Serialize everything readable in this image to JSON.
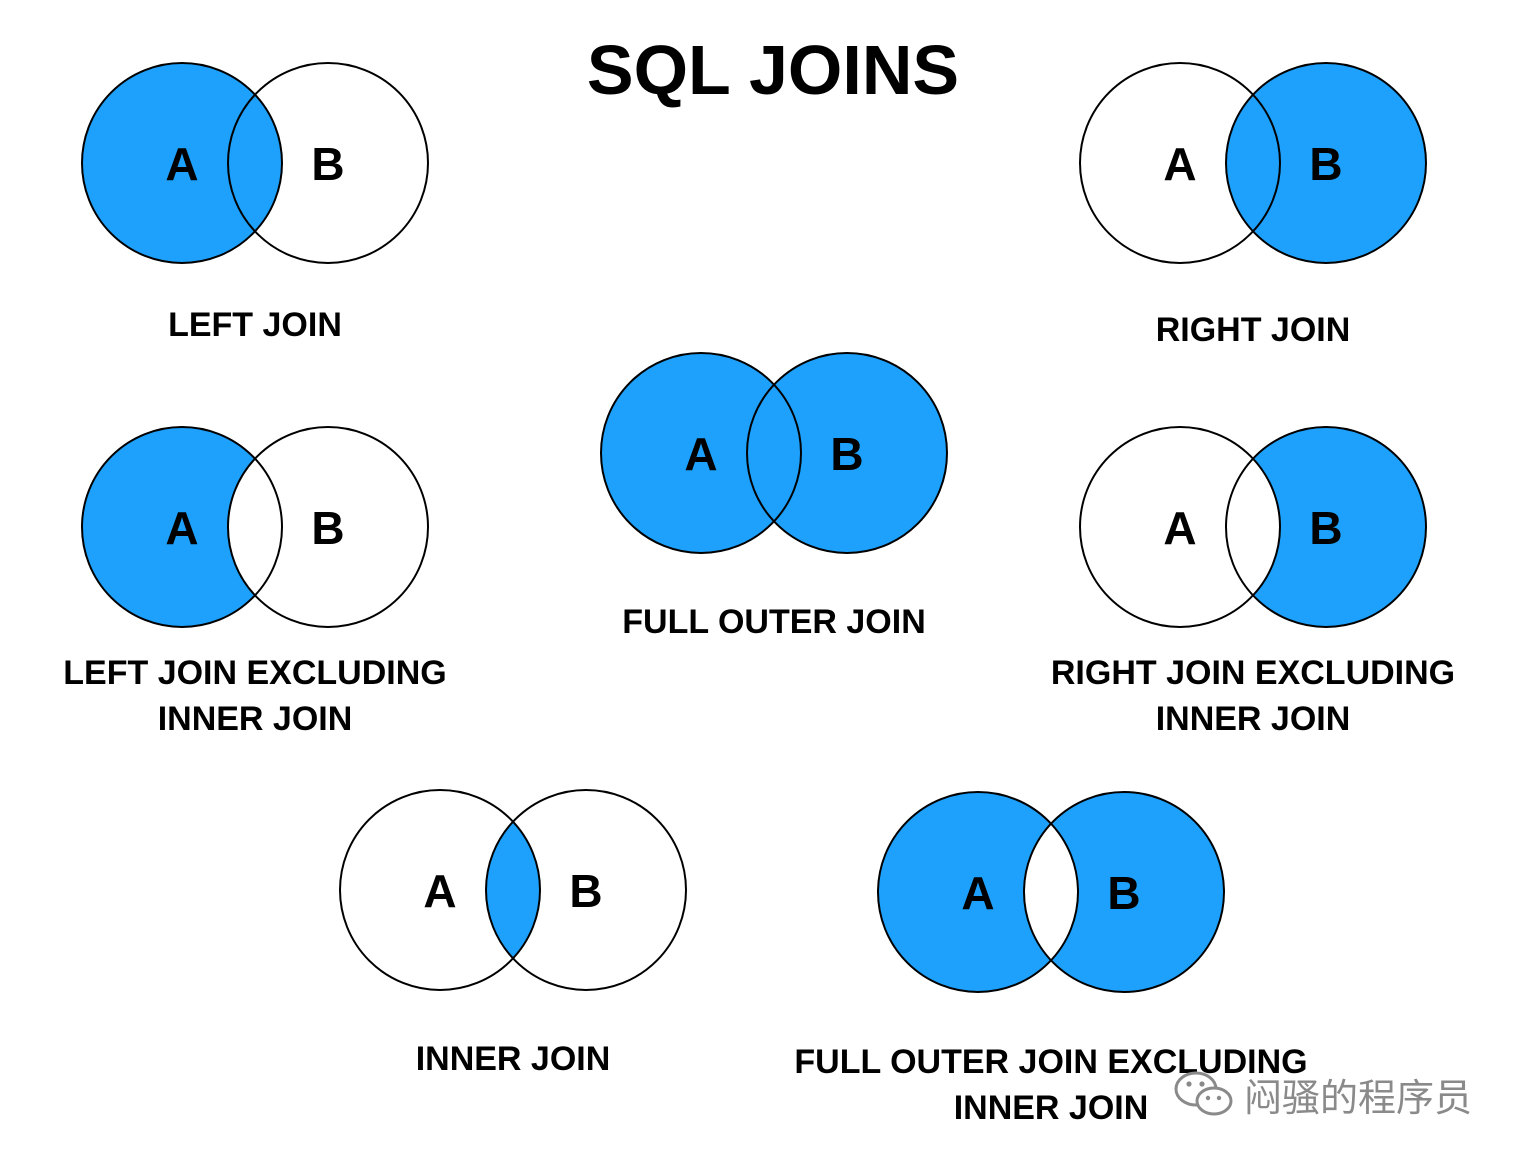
{
  "title": "SQL JOINS",
  "colors": {
    "fill": "#1da1fc",
    "stroke": "#000000",
    "background": "#ffffff",
    "watermark": "#8a8a8a"
  },
  "joins": [
    {
      "id": "left-join",
      "label_lines": [
        "LEFT JOIN"
      ],
      "set_a": "A",
      "set_b": "B",
      "shade": "a"
    },
    {
      "id": "right-join",
      "label_lines": [
        "RIGHT JOIN"
      ],
      "set_a": "A",
      "set_b": "B",
      "shade": "b"
    },
    {
      "id": "full-outer-join",
      "label_lines": [
        "FULL OUTER JOIN"
      ],
      "set_a": "A",
      "set_b": "B",
      "shade": "union"
    },
    {
      "id": "left-join-excluding-inner",
      "label_lines": [
        "LEFT JOIN EXCLUDING",
        "INNER JOIN"
      ],
      "set_a": "A",
      "set_b": "B",
      "shade": "a-only"
    },
    {
      "id": "right-join-excluding-inner",
      "label_lines": [
        "RIGHT JOIN EXCLUDING",
        "INNER JOIN"
      ],
      "set_a": "A",
      "set_b": "B",
      "shade": "b-only"
    },
    {
      "id": "inner-join",
      "label_lines": [
        "INNER JOIN"
      ],
      "set_a": "A",
      "set_b": "B",
      "shade": "intersection"
    },
    {
      "id": "full-outer-join-excluding-inner",
      "label_lines": [
        "FULL OUTER JOIN EXCLUDING",
        "INNER JOIN"
      ],
      "set_a": "A",
      "set_b": "B",
      "shade": "symmetric-difference"
    }
  ],
  "watermark": {
    "icon": "wechat-icon",
    "text": "闷骚的程序员"
  }
}
